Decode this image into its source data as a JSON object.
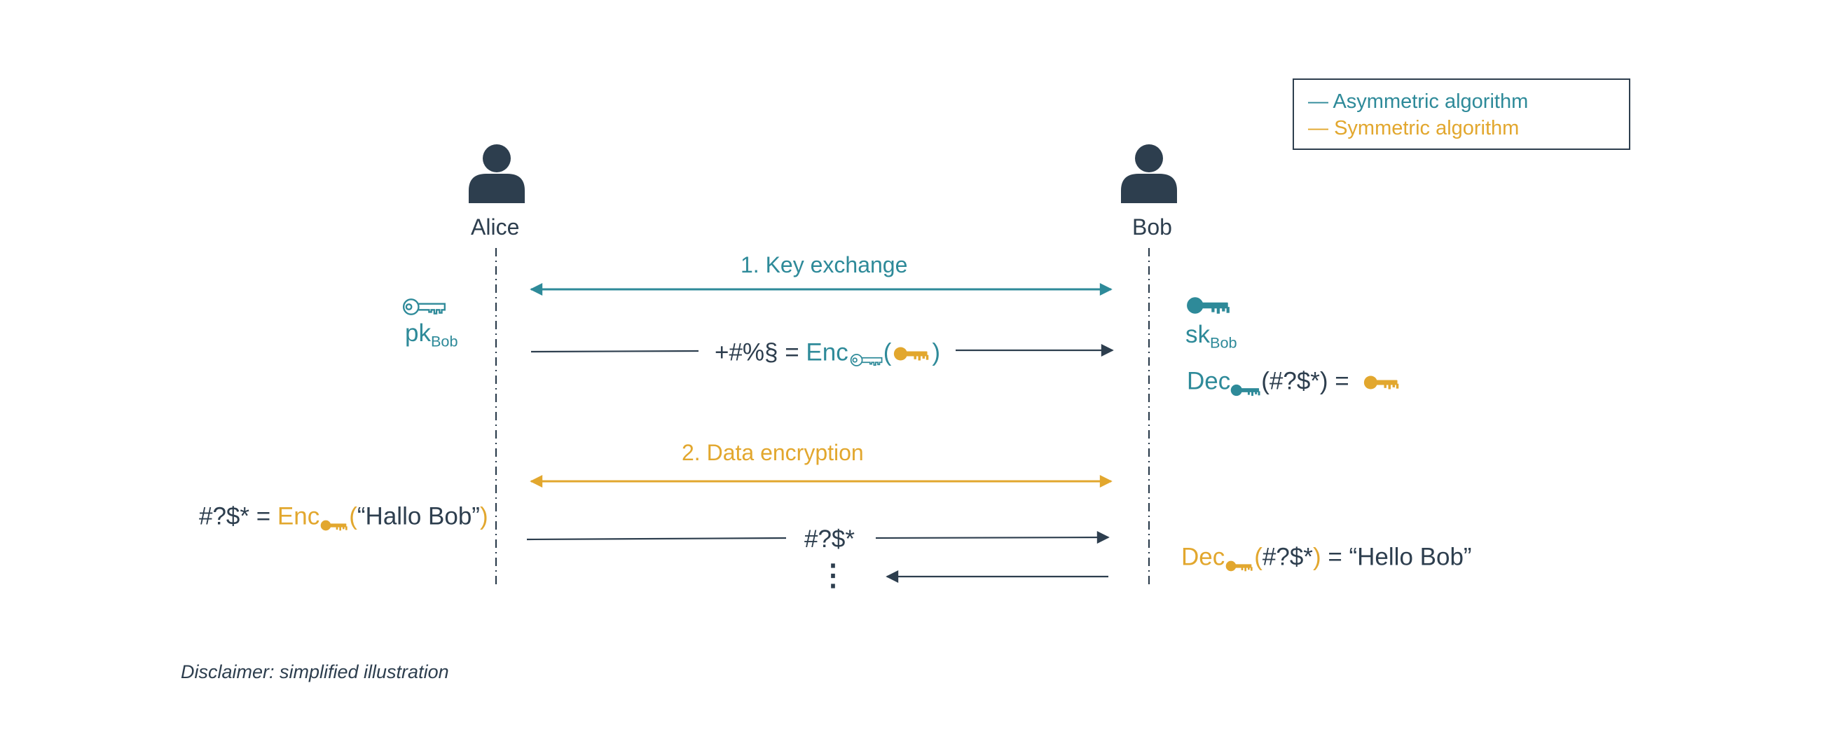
{
  "actors": {
    "alice": {
      "name": "Alice"
    },
    "bob": {
      "name": "Bob"
    }
  },
  "legend": {
    "dash": "—",
    "asymmetric": "Asymmetric algorithm",
    "symmetric": "Symmetric algorithm"
  },
  "phases": {
    "key_exchange": "1. Key exchange",
    "data_encryption": "2. Data encryption"
  },
  "keys": {
    "pk_base": "pk",
    "pk_sub": "Bob",
    "sk_base": "sk",
    "sk_sub": "Bob"
  },
  "messages": {
    "m1_cipher": "+#%§ =",
    "m1_enc": "Enc",
    "m1_open": "(",
    "m1_close": ")",
    "bob_dec": "Dec",
    "bob_dec_arg": "(#?$*) =",
    "alice_cipher": "#?$* =",
    "alice_enc": "Enc",
    "alice_open": "(",
    "alice_plain": "“Hallo Bob”",
    "alice_close": ")",
    "m2_cipher": "#?$*",
    "continuation": "⋮",
    "bob_dec2": "Dec",
    "bob_dec2_open": "(",
    "bob_dec2_cipher": "#?$*",
    "bob_dec2_close": ")",
    "bob_dec2_result": "= “Hello Bob”"
  },
  "disclaimer": "Disclaimer: simplified illustration",
  "colors": {
    "asymmetric": "#2e8a99",
    "symmetric": "#e2a72e",
    "dark": "#2d3e4e"
  },
  "icons": {
    "actor": "person-icon",
    "public_key": "key-outline-icon",
    "secret_key": "key-filled-icon",
    "session_key": "key-filled-icon"
  }
}
